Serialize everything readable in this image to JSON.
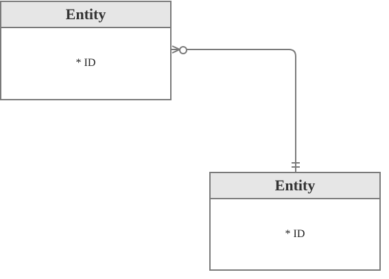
{
  "entities": [
    {
      "title": "Entity",
      "attributes": [
        "* ID"
      ]
    },
    {
      "title": "Entity",
      "attributes": [
        "* ID"
      ]
    }
  ],
  "relationship": {
    "from_cardinality": "zero-or-many",
    "to_cardinality": "exactly-one"
  },
  "colors": {
    "border": "#7a7a7a",
    "header_fill": "#e6e6e6",
    "text": "#333333"
  }
}
